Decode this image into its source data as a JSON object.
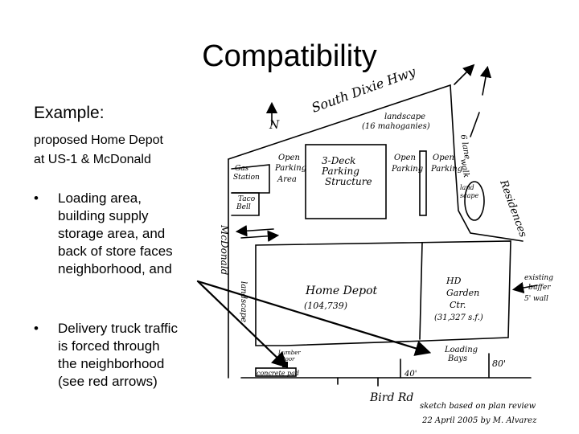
{
  "title": "Compatibility",
  "example_heading": "Example:",
  "subtitle_lines": [
    "proposed Home Depot",
    "at US-1 & McDonald"
  ],
  "bullets": [
    {
      "marker": "•",
      "lines": [
        "Loading area,",
        "building supply",
        "storage area, and",
        "back of store faces",
        "neighborhood, and"
      ]
    },
    {
      "marker": "•",
      "lines": [
        "Delivery truck traffic",
        "is forced through",
        "the neighborhood",
        "(see red arrows)"
      ]
    }
  ],
  "sketch": {
    "road_top": "South Dixie Hwy",
    "north": "N",
    "landscape_top": [
      "landscape",
      "(16 mahoganies)"
    ],
    "six_lane": [
      "6 lane",
      "walk"
    ],
    "gas": [
      "Gas",
      "Station"
    ],
    "open_parking_1": [
      "Open",
      "Parking",
      "Area"
    ],
    "deck": [
      "3-Deck",
      "Parking",
      "Structure"
    ],
    "open_parking_2": [
      "Open",
      "Parking"
    ],
    "open_parking_3": [
      "Open",
      "Parking"
    ],
    "land_scape": [
      "land",
      "scape"
    ],
    "taco": [
      "Taco",
      "Bell"
    ],
    "residences": "Residences",
    "mcdonald": "McDonald",
    "landscape_left": "landscape",
    "home_depot": "Home Depot",
    "home_depot_sf": "(104,739)",
    "hd_garden": [
      "HD",
      "Garden",
      "Ctr.",
      "(31,327 s.f.)"
    ],
    "existing_buffer": [
      "existing",
      "buffer",
      "5' wall"
    ],
    "lumber_door": [
      "Lumber",
      "Door"
    ],
    "concrete_pad": "concrete pad",
    "loading_bays": [
      "Loading",
      "Bays"
    ],
    "dim_40": "40'",
    "dim_80": "80'",
    "bird_rd": "Bird Rd",
    "credit": [
      "sketch based on plan review",
      "22 April 2005 by M. Alvarez"
    ]
  }
}
